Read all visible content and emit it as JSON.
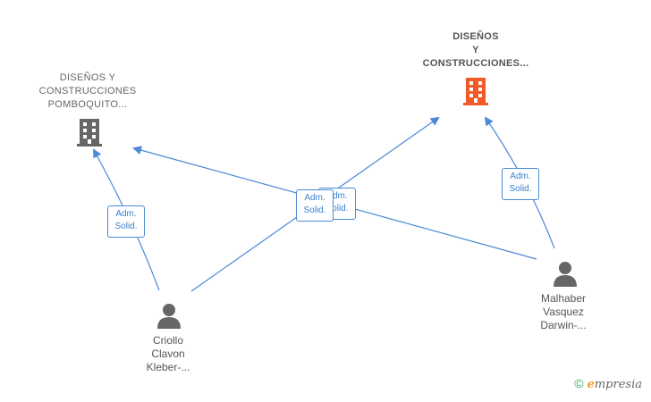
{
  "nodes": {
    "company_left": {
      "lines": [
        "DISEÑOS Y",
        "CONSTRUCCIONES",
        "POMBOQUITO..."
      ],
      "icon": "building-icon",
      "color": "#666666"
    },
    "company_right": {
      "lines": [
        "DISEÑOS",
        "Y",
        "CONSTRUCCIONES..."
      ],
      "icon": "building-icon",
      "color": "#f05a28"
    },
    "person_left": {
      "lines": [
        "Criollo",
        "Clavon",
        "Kleber-..."
      ],
      "icon": "person-icon",
      "color": "#666666"
    },
    "person_right": {
      "lines": [
        "Malhaber",
        "Vasquez",
        "Darwin-..."
      ],
      "icon": "person-icon",
      "color": "#666666"
    }
  },
  "relations": {
    "badge_left": [
      "Adm.",
      "Solid."
    ],
    "badge_center_back": [
      "Adm.",
      "Solid."
    ],
    "badge_center_front": [
      "Adm.",
      "Solid."
    ],
    "badge_right": [
      "Adm.",
      "Solid."
    ]
  },
  "colors": {
    "edge": "#4a8ad6",
    "accent": "#f05a28"
  },
  "brand": {
    "copyright": "©",
    "initial": "e",
    "rest": "mpresia"
  }
}
